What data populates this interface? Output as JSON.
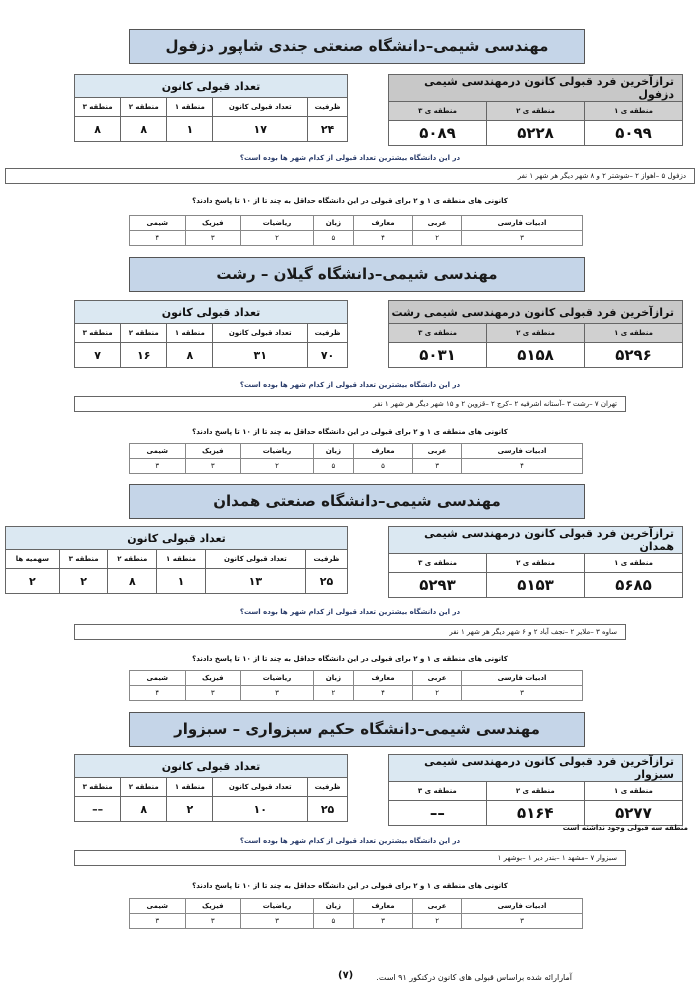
{
  "sections": [
    {
      "title": "مهندسی شیمی–دانشگاه صنعتی جندی شاپور دزفول",
      "taraz_title": "ترازآخرین فرد قبولی کانون درمهندسی شیمی دزفول",
      "taraz_headers": [
        "منطقه ی ۱",
        "منطقه ی ۲",
        "منطقه ی ۳"
      ],
      "taraz_values": [
        "۵۰۹۹",
        "۵۲۲۸",
        "۵۰۸۹"
      ],
      "count_title": "تعداد قبولی کانون",
      "count_headers": [
        "ظرفیت",
        "تعداد قبولی کانون",
        "منطقه ۱",
        "منطقه ۲",
        "منطقه ۳"
      ],
      "count_values": [
        "۲۴",
        "۱۷",
        "۱",
        "۸",
        "۸"
      ],
      "city_question": "در این دانشگاه بیشترین تعداد قبولی از کدام شهر ها بوده است؟",
      "city_answer": "دزفول ۵ –اهواز ۲ –شوشتر ۲ و ۸ شهر دیگر هر شهر ۱ نفر",
      "subject_question": "کانونی های منطقه ی ۱ و ۲ برای قبولی در این دانشگاه حداقل به چند تا از ۱۰ تا پاسخ دادند؟",
      "subject_headers": [
        "ادبیات فارسی",
        "عربی",
        "معارف",
        "زبان",
        "ریاضیات",
        "فیزیک",
        "شیمی"
      ],
      "subject_values": [
        "۳",
        "۲",
        "۴",
        "۵",
        "۲",
        "۳",
        "۴"
      ]
    },
    {
      "title": "مهندسی شیمی–دانشگاه گیلان – رشت",
      "taraz_title": "ترازآخرین فرد قبولی کانون درمهندسی شیمی رشت",
      "taraz_headers": [
        "منطقه ی ۱",
        "منطقه ی ۲",
        "منطقه ی ۳"
      ],
      "taraz_values": [
        "۵۲۹۶",
        "۵۱۵۸",
        "۵۰۳۱"
      ],
      "count_title": "تعداد قبولی کانون",
      "count_headers": [
        "ظرفیت",
        "تعداد قبولی کانون",
        "منطقه ۱",
        "منطقه ۲",
        "منطقه ۳"
      ],
      "count_values": [
        "۷۰",
        "۳۱",
        "۸",
        "۱۶",
        "۷"
      ],
      "city_question": "در این دانشگاه بیشترین تعداد قبولی از کدام شهر ها بوده است؟",
      "city_answer": "تهران ۷ –رشت ۳ –آستانه اشرفیه ۲ –کرج ۲ –قزوین ۲ و ۱۵ شهر دیگر هر شهر ۱ نفر",
      "subject_question": "کانونی های منطقه ی ۱ و ۲ برای قبولی در این دانشگاه حداقل به چند تا از ۱۰ تا پاسخ دادند؟",
      "subject_headers": [
        "ادبیات فارسی",
        "عربی",
        "معارف",
        "زبان",
        "ریاضیات",
        "فیزیک",
        "شیمی"
      ],
      "subject_values": [
        "۴",
        "۳",
        "۵",
        "۵",
        "۲",
        "۳",
        "۳"
      ]
    },
    {
      "title": "مهندسی شیمی–دانشگاه صنعتی همدان",
      "taraz_title": "ترازآخرین فرد قبولی کانون درمهندسی شیمی همدان",
      "taraz_headers": [
        "منطقه ی ۱",
        "منطقه ی ۲",
        "منطقه ی ۳"
      ],
      "taraz_values": [
        "۵۶۸۵",
        "۵۱۵۳",
        "۵۲۹۳"
      ],
      "count_title": "تعداد قبولی کانون",
      "count_headers": [
        "ظرفیت",
        "تعداد قبولی کانون",
        "منطقه ۱",
        "منطقه ۲",
        "منطقه ۳",
        "سهمیه ها"
      ],
      "count_values": [
        "۲۵",
        "۱۳",
        "۱",
        "۸",
        "۲",
        "۲"
      ],
      "city_question": "در این دانشگاه بیشترین تعداد قبولی از کدام شهر ها بوده است؟",
      "city_answer": "ساوه ۳ –ملایر ۲ –نجف آباد ۲ و ۶ شهر دیگر هر شهر ۱ نفر",
      "subject_question": "کانونی های منطقه ی ۱ و ۲ برای قبولی در این دانشگاه حداقل به چند تا از ۱۰ تا پاسخ دادند؟",
      "subject_headers": [
        "ادبیات فارسی",
        "عربی",
        "معارف",
        "زبان",
        "ریاضیات",
        "فیزیک",
        "شیمی"
      ],
      "subject_values": [
        "۳",
        "۲",
        "۴",
        "۲",
        "۳",
        "۳",
        "۴"
      ]
    },
    {
      "title": "مهندسی شیمی–دانشگاه حکیم سبزواری – سبزوار",
      "taraz_title": "ترازآخرین فرد قبولی کانون درمهندسی شیمی سبزوار",
      "taraz_headers": [
        "منطقه ی ۱",
        "منطقه ی ۲",
        "منطقه ی ۳"
      ],
      "taraz_values": [
        "۵۲۷۷",
        "۵۱۶۴",
        "––"
      ],
      "count_title": "تعداد قبولی کانون",
      "count_headers": [
        "ظرفیت",
        "تعداد قبولی کانون",
        "منطقه ۱",
        "منطقه ۲",
        "منطقه ۳"
      ],
      "count_values": [
        "۲۵",
        "۱۰",
        "۲",
        "۸",
        "––"
      ],
      "note": "منطقه سه قبولی وجود نداشته است",
      "city_question": "در این دانشگاه بیشترین تعداد قبولی از کدام شهر ها بوده است؟",
      "city_answer": "سبزوار ۷ –مشهد ۱ –بندر دیر ۱ –بوشهر ۱",
      "subject_question": "کانونی های منطقه ی ۱ و ۲ برای قبولی در این دانشگاه حداقل به چند تا از ۱۰ تا پاسخ دادند؟",
      "subject_headers": [
        "ادبیات فارسی",
        "عربی",
        "معارف",
        "زبان",
        "ریاضیات",
        "فیزیک",
        "شیمی"
      ],
      "subject_values": [
        "۳",
        "۲",
        "۳",
        "۵",
        "۳",
        "۳",
        "۳"
      ]
    }
  ],
  "footer": {
    "source": "آمارارائه شده براساس قبولی های کانون درکنکور ۹۱ است.",
    "page_number": "(۷)"
  }
}
